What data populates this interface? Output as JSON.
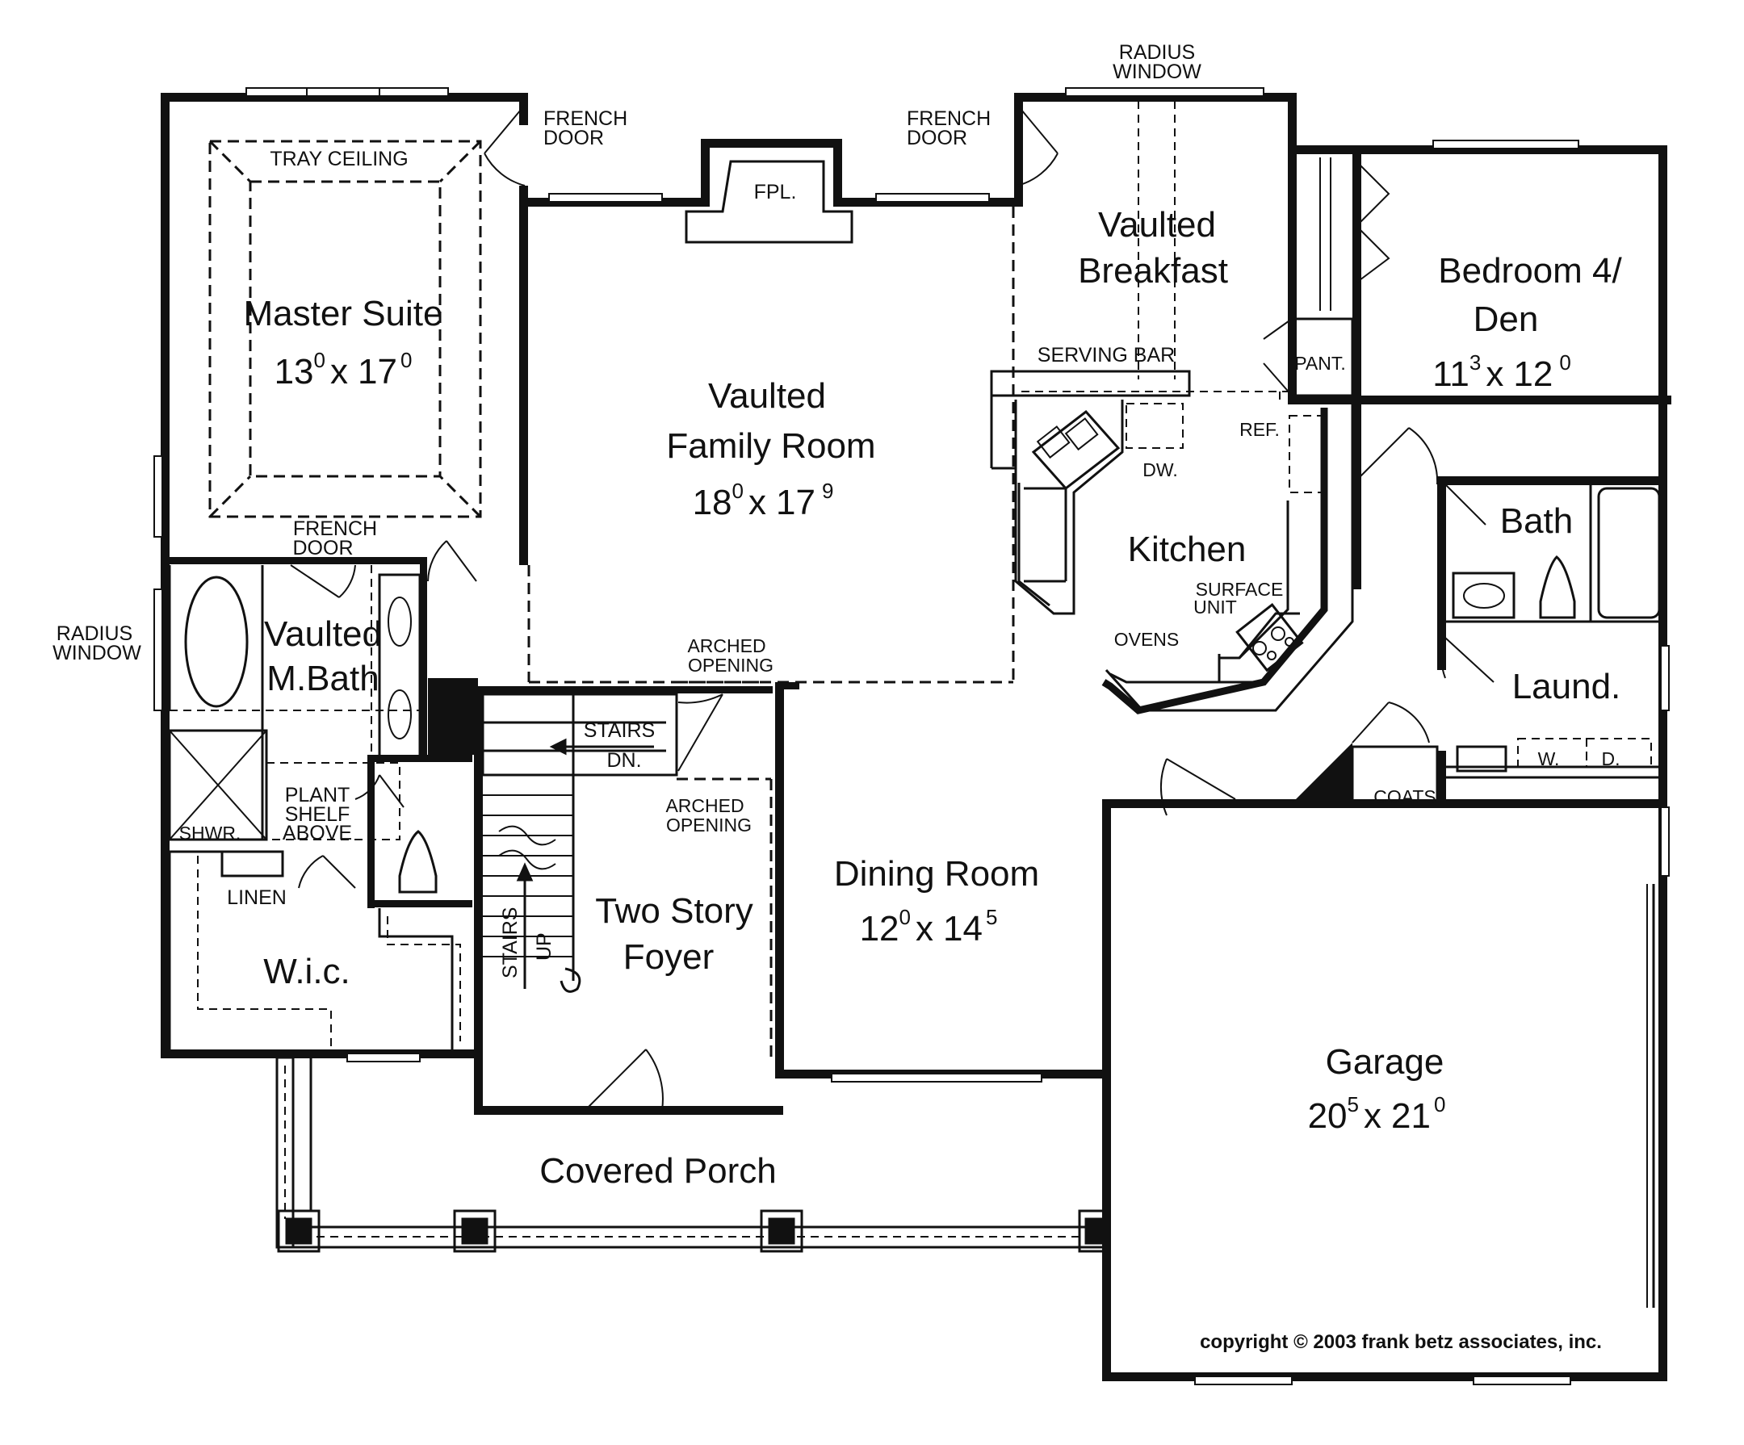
{
  "rooms": {
    "master_suite": {
      "name": "Master Suite",
      "w": "13",
      "w_sup": "0",
      "h": "17",
      "h_sup": "0"
    },
    "family_room": {
      "line1": "Vaulted",
      "line2": "Family Room",
      "w": "18",
      "w_sup": "0",
      "h": "17",
      "h_sup": "9"
    },
    "breakfast": {
      "line1": "Vaulted",
      "line2": "Breakfast"
    },
    "bedroom4": {
      "line1": "Bedroom 4/",
      "line2": "Den",
      "w": "11",
      "w_sup": "3",
      "h": "12",
      "h_sup": "0"
    },
    "kitchen": {
      "name": "Kitchen"
    },
    "bath": {
      "name": "Bath"
    },
    "laundry": {
      "name": "Laund."
    },
    "m_bath": {
      "line1": "Vaulted",
      "line2": "M.Bath"
    },
    "wic": {
      "name": "W.i.c."
    },
    "foyer": {
      "line1": "Two Story",
      "line2": "Foyer"
    },
    "dining": {
      "name": "Dining Room",
      "w": "12",
      "w_sup": "0",
      "h": "14",
      "h_sup": "5"
    },
    "garage": {
      "name": "Garage",
      "w": "20",
      "w_sup": "5",
      "h": "21",
      "h_sup": "0"
    },
    "porch": {
      "name": "Covered Porch"
    }
  },
  "dim_sep": "x",
  "notes": {
    "radius_window_top": [
      "RADIUS",
      "WINDOW"
    ],
    "radius_window_left": [
      "RADIUS",
      "WINDOW"
    ],
    "french_door_left": [
      "FRENCH",
      "DOOR"
    ],
    "french_door_right": [
      "FRENCH",
      "DOOR"
    ],
    "french_door_master": [
      "FRENCH",
      "DOOR"
    ],
    "tray_ceiling": "TRAY CEILING",
    "fpl": "FPL.",
    "serving_bar": "SERVING BAR",
    "pantry": "PANT.",
    "ref": "REF.",
    "dw": "DW.",
    "surface_unit": [
      "SURFACE",
      "UNIT"
    ],
    "ovens": "OVENS",
    "arched_opening_1": [
      "ARCHED",
      "OPENING"
    ],
    "arched_opening_2": [
      "ARCHED",
      "OPENING"
    ],
    "stairs_dn": [
      "STAIRS",
      "DN."
    ],
    "stairs_up": [
      "STAIRS",
      "UP"
    ],
    "plant_shelf": [
      "PLANT",
      "SHELF",
      "ABOVE"
    ],
    "shower": "SHWR.",
    "linen": "LINEN",
    "coats": "COATS",
    "washer": "W.",
    "dryer": "D."
  },
  "copyright": "copyright © 2003 frank betz associates, inc."
}
